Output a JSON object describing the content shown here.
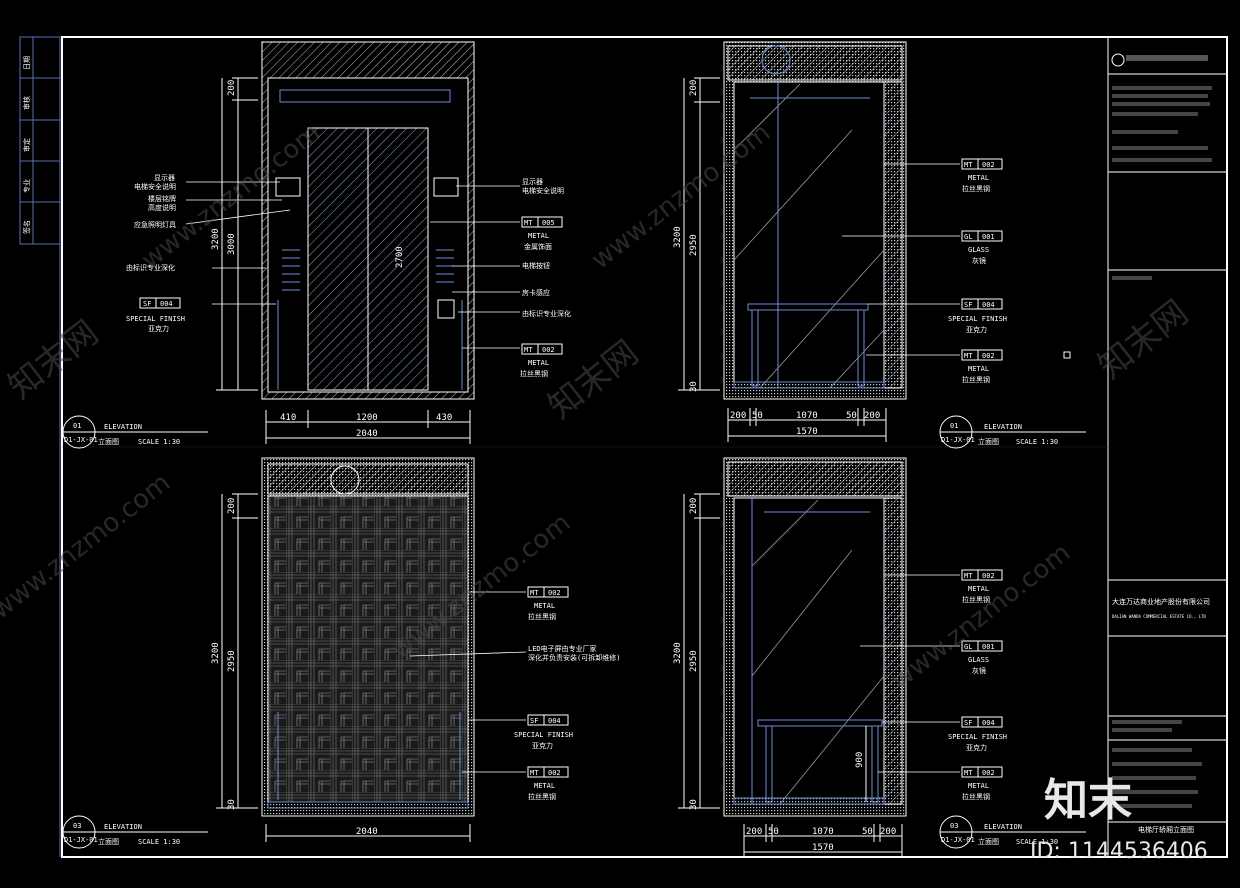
{
  "watermarks": {
    "site": "www.znzmo.com",
    "brand_cn": "知末网",
    "logo": "知末",
    "id_label": "ID: 1144536406"
  },
  "left_strip": {
    "rows": [
      "日期",
      "审核",
      "审定",
      "专业",
      "签名"
    ]
  },
  "views": {
    "v1": {
      "num": "01",
      "ref": "D1-JX-01",
      "title_en": "ELEVATION",
      "title_cn": "立面图",
      "scale": "SCALE 1:30",
      "dims_vertical": [
        "200",
        "3000",
        "3200",
        "2700"
      ],
      "dims_horizontal": [
        "410",
        "1200",
        "430",
        "2040"
      ],
      "left_labels": [
        "显示器",
        "电梯安全说明",
        "楼层铭牌",
        "高度说明",
        "应急照明灯具",
        "由标识专业深化"
      ],
      "sf_tag": {
        "code": "SF",
        "num": "004",
        "en": "SPECIAL FINISH",
        "cn": "亚克力"
      },
      "right_labels": [
        "显示器",
        "电梯安全说明",
        "电梯按钮",
        "房卡感应",
        "由标识专业深化"
      ],
      "mt005": {
        "code": "MT",
        "num": "005",
        "en": "METAL",
        "cn": "金属饰面"
      },
      "mt002": {
        "code": "MT",
        "num": "002",
        "en": "METAL",
        "cn": "拉丝黑钢"
      }
    },
    "v2": {
      "num": "01",
      "ref": "D1-JX-01",
      "title_en": "ELEVATION",
      "title_cn": "立面图",
      "scale": "SCALE 1:30",
      "dims_vertical": [
        "200",
        "3200",
        "2950",
        "30"
      ],
      "dims_horizontal": [
        "200",
        "50",
        "1070",
        "50",
        "200",
        "1570"
      ],
      "mt_top": {
        "code": "MT",
        "num": "002",
        "en": "METAL",
        "cn": "拉丝黑钢"
      },
      "gl": {
        "code": "GL",
        "num": "001",
        "en": "GLASS",
        "cn": "灰镜"
      },
      "sf": {
        "code": "SF",
        "num": "004",
        "en": "SPECIAL FINISH",
        "cn": "亚克力"
      },
      "mt_bottom": {
        "code": "MT",
        "num": "002",
        "en": "METAL",
        "cn": "拉丝黑钢"
      }
    },
    "v3": {
      "num": "03",
      "ref": "D1-JX-01",
      "title_en": "ELEVATION",
      "title_cn": "立面图",
      "scale": "SCALE 1:30",
      "dims_vertical": [
        "200",
        "3200",
        "2950",
        "30"
      ],
      "dims_horizontal": [
        "2040"
      ],
      "mt_top": {
        "code": "MT",
        "num": "002",
        "en": "METAL",
        "cn": "拉丝黑钢"
      },
      "led_note": [
        "LED电子屏由专业厂家",
        "深化并负责安装(可拆卸维修)"
      ],
      "sf": {
        "code": "SF",
        "num": "004",
        "en": "SPECIAL FINISH",
        "cn": "亚克力"
      },
      "mt_bottom": {
        "code": "MT",
        "num": "002",
        "en": "METAL",
        "cn": "拉丝黑钢"
      }
    },
    "v4": {
      "num": "03",
      "ref": "D1-JX-01",
      "title_en": "ELEVATION",
      "title_cn": "立面图",
      "scale": "SCALE 1:30",
      "dims_vertical": [
        "200",
        "3200",
        "2950",
        "900",
        "30"
      ],
      "dims_horizontal": [
        "200",
        "50",
        "1070",
        "50",
        "200",
        "1570"
      ],
      "mt_top": {
        "code": "MT",
        "num": "002",
        "en": "METAL",
        "cn": "拉丝黑钢"
      },
      "gl": {
        "code": "GL",
        "num": "001",
        "en": "GLASS",
        "cn": "灰镜"
      },
      "sf": {
        "code": "SF",
        "num": "004",
        "en": "SPECIAL FINISH",
        "cn": "亚克力"
      },
      "mt_bottom": {
        "code": "MT",
        "num": "002",
        "en": "METAL",
        "cn": "拉丝黑钢"
      }
    }
  },
  "title_block": {
    "company_cn": "大连万达商业地产股份有限公司",
    "company_en": "DALIAN WANDA COMMERCIAL ESTATE CO., LTD",
    "drawing_name": "电梯厅轿厢立面图"
  }
}
